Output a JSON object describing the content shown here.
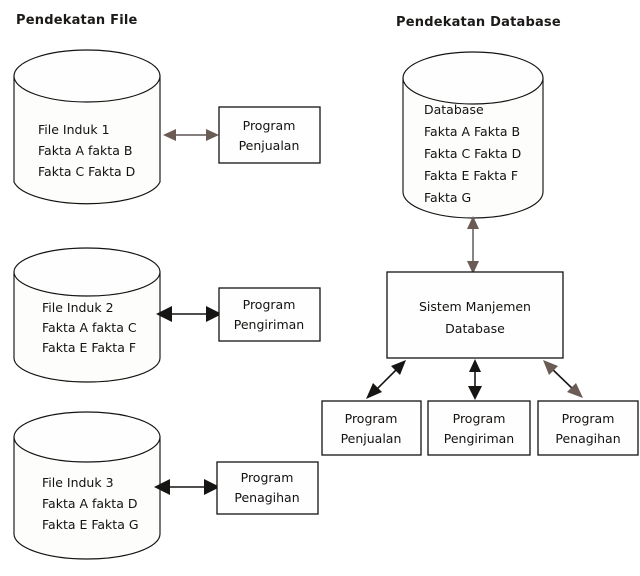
{
  "diagram": {
    "title_left": "Pendekatan File",
    "title_right": "Pendekatan Database",
    "file_approach": {
      "rows": [
        {
          "cylinder": {
            "line1": "File Induk   1",
            "line2": "Fakta A fakta B",
            "line3": "Fakta C Fakta D"
          },
          "program": {
            "line1": "Program",
            "line2": "Penjualan"
          },
          "connector": "double-arrow"
        },
        {
          "cylinder": {
            "line1": "File Induk   2",
            "line2": "Fakta A fakta C",
            "line3": "Fakta E Fakta F"
          },
          "program": {
            "line1": "Program",
            "line2": "Pengiriman"
          },
          "connector": "double-arrow"
        },
        {
          "cylinder": {
            "line1": "File Induk   3",
            "line2": "Fakta A fakta D",
            "line3": "Fakta E Fakta G"
          },
          "program": {
            "line1": "Program",
            "line2": "Penagihan"
          },
          "connector": "double-arrow"
        }
      ]
    },
    "database_approach": {
      "database_cylinder": {
        "line1": "Database",
        "line2": "Fakta A  Fakta B",
        "line3": "Fakta C  Fakta D",
        "line4": "Fakta E  Fakta F",
        "line5": "Fakta G"
      },
      "dbms_box": {
        "line1": "Sistem Manjemen",
        "line2": "Database"
      },
      "programs": [
        {
          "line1": "Program",
          "line2": "Penjualan"
        },
        {
          "line1": "Program",
          "line2": "Pengiriman"
        },
        {
          "line1": "Program",
          "line2": "Penagihan"
        }
      ],
      "connector_db_to_dbms": "double-arrow",
      "connector_dbms_to_programs": "double-arrow"
    },
    "colors": {
      "background": "#ffffff",
      "stroke": "#151311",
      "text": "#141210",
      "fill": "#fefefe"
    }
  }
}
